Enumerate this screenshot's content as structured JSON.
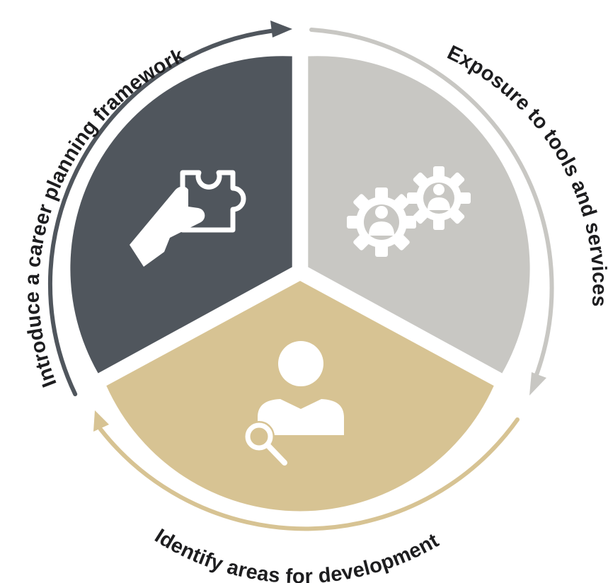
{
  "diagram": {
    "segments": [
      {
        "id": "introduce",
        "label": "Introduce a career planning framework",
        "color": "#50565d",
        "icon": "hand-puzzle-icon"
      },
      {
        "id": "exposure",
        "label": "Exposure to tools and services",
        "color": "#c8c7c3",
        "icon": "people-gears-icon"
      },
      {
        "id": "identify",
        "label": "Identify areas for development",
        "color": "#d7c393",
        "icon": "person-search-icon"
      }
    ]
  }
}
